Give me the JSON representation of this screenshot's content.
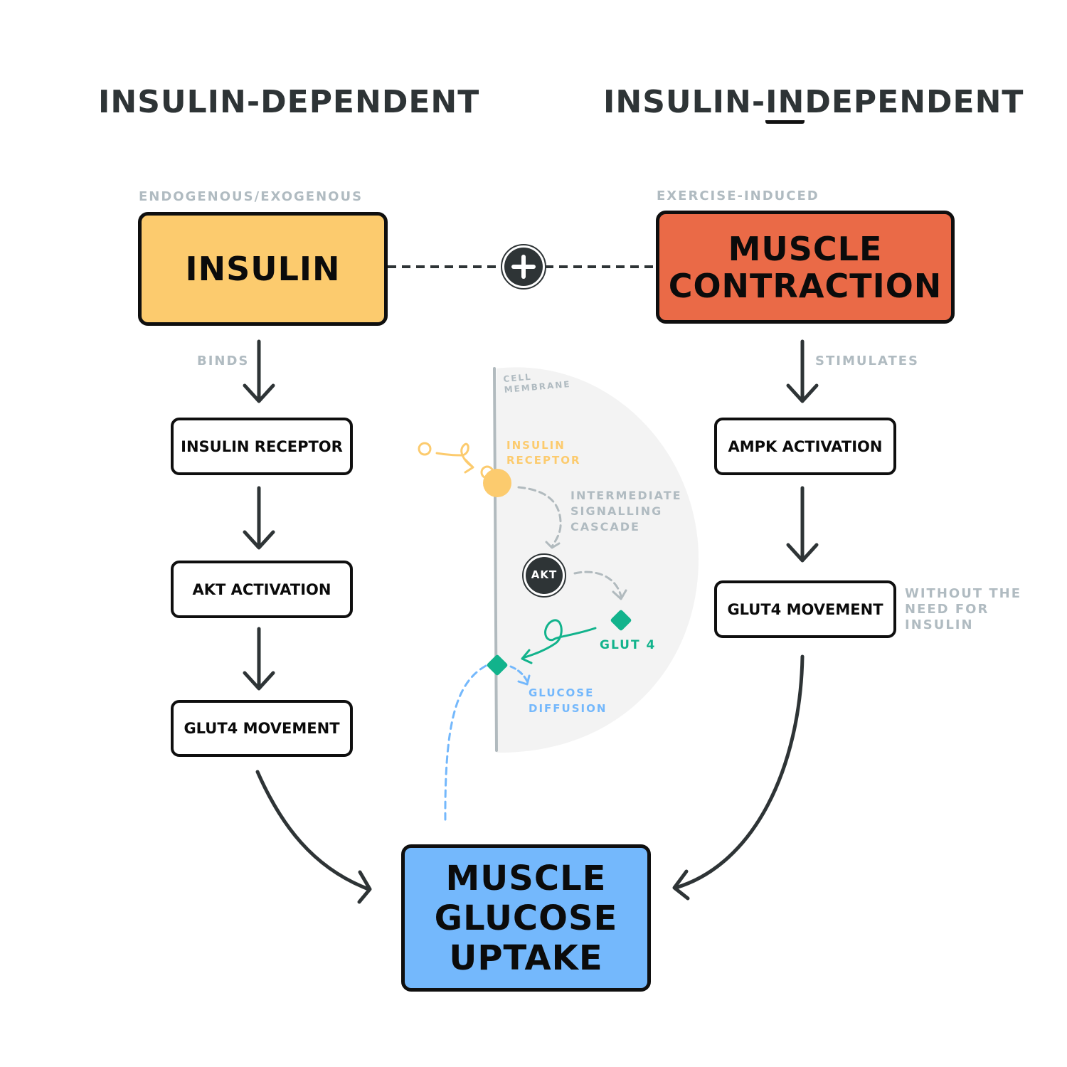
{
  "headings": {
    "left": "INSULIN-DEPENDENT",
    "right_prefix": "INSULIN-",
    "right_underlined": "IN",
    "right_suffix": "DEPENDENT"
  },
  "left_branch": {
    "source_caption": "ENDOGENOUS/EXOGENOUS",
    "source_label": "INSULIN",
    "arrow_label": "BINDS",
    "steps": [
      "INSULIN RECEPTOR",
      "AKT ACTIVATION",
      "GLUT4 MOVEMENT"
    ]
  },
  "right_branch": {
    "source_caption": "EXERCISE-INDUCED",
    "source_label_line1": "MUSCLE",
    "source_label_line2": "CONTRACTION",
    "arrow_label": "STIMULATES",
    "steps": [
      "AMPK ACTIVATION",
      "GLUT4 MOVEMENT"
    ],
    "note_lines": [
      "WITHOUT THE",
      "NEED FOR",
      "INSULIN"
    ]
  },
  "combine_icon": "plus-icon",
  "outcome": {
    "lines": [
      "MUSCLE",
      "GLUCOSE",
      "UPTAKE"
    ]
  },
  "cell_inset": {
    "membrane_label_lines": [
      "CELL",
      "MEMBRANE"
    ],
    "receptor_label_lines": [
      "INSULIN",
      "RECEPTOR"
    ],
    "cascade_label_lines": [
      "INTERMEDIATE",
      "SIGNALLING",
      "CASCADE"
    ],
    "akt_label": "AKT",
    "glut4_label": "GLUT 4",
    "diffusion_label_lines": [
      "GLUCOSE",
      "DIFFUSION"
    ]
  },
  "colors": {
    "insulin": "#fccb6e",
    "contraction": "#ea6a47",
    "uptake": "#74b8fc",
    "glut4": "#12b38c",
    "caption_gray": "#b0bbc1",
    "ink": "#2e3436",
    "cell_bg": "#f3f3f3"
  }
}
